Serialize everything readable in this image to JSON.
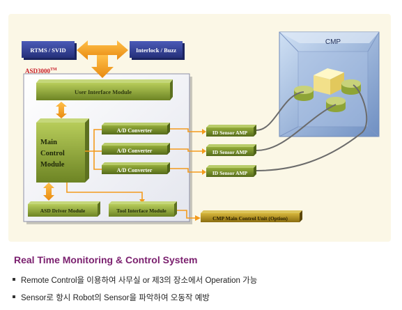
{
  "diagram": {
    "rtms_label": "RTMS / SVID",
    "interlock_label": "Interlock / Buzz",
    "asd_label": "ASD3000",
    "asd_tm": "TM",
    "ui_module": "User Interface Module",
    "main_control_lines": [
      "Main",
      "Control",
      "Module"
    ],
    "converters": [
      "A/D Converter",
      "A/D Converter",
      "A/D Converter"
    ],
    "sensor_amps": [
      "ID Sensor AMP",
      "ID Sensor AMP",
      "ID Sensor AMP"
    ],
    "driver_module": "ASD Driver Module",
    "tool_interface": "Tool Interface Module",
    "cmp_main": "CMP Main Control Unit (Option)",
    "cmp_label": "CMP"
  },
  "section": {
    "title": "Real Time Monitoring & Control System",
    "bullets": [
      "Remote Control을 이용하여 사무실 or 제3의 장소에서  Operation 가능",
      "Sensor로 항시 Robot의 Sensor을 파악하여 오동작 예방"
    ]
  },
  "colors": {
    "title": "#7a1f6e",
    "navy_box": "#2f3e93",
    "green_box": "#8ea437",
    "orange_arrow": "#f39a1c",
    "panel_bg": "#fbf7e6"
  }
}
